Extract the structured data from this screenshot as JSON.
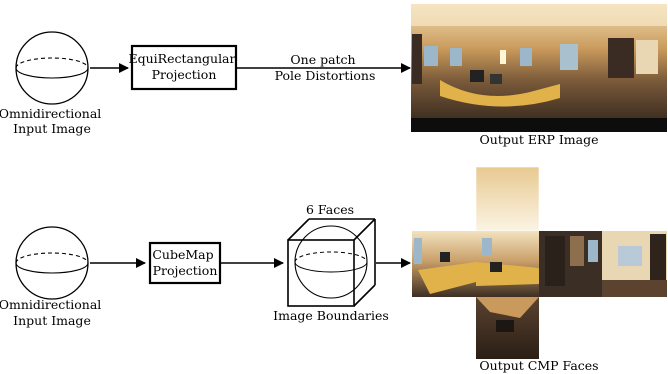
{
  "top": {
    "input_label": [
      "Omnidirectional",
      "Input Image"
    ],
    "projection_label": [
      "EquiRectangular",
      "Projection"
    ],
    "arrow_note": [
      "One patch",
      "Pole Distortions"
    ],
    "output_label": "Output ERP Image"
  },
  "bottom": {
    "input_label": [
      "Omnidirectional",
      "Input Image"
    ],
    "projection_label": [
      "CubeMap",
      "Projection"
    ],
    "cube_top_label": "6 Faces",
    "cube_bottom_label": "Image Boundaries",
    "output_label": "Output CMP Faces"
  },
  "colors": {
    "stroke": "#000000",
    "wall": "#d9b27a",
    "ceiling": "#f4e6c8",
    "desk": "#e2b24a",
    "floor": "#4a3a2c",
    "dark": "#2b241e",
    "window": "#9bb7c9",
    "black": "#0d0d0d"
  }
}
